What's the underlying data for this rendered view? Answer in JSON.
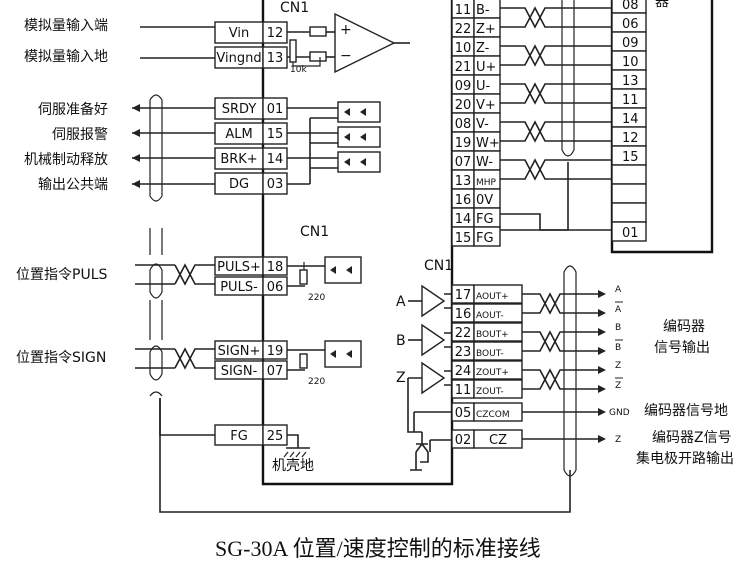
{
  "title": "SG-30A 位置/速度控制的标准接线",
  "connector_labels": {
    "cn1_top": "CN1",
    "cn1_mid": "CN1",
    "cn1_enc": "CN1"
  },
  "left_signals": [
    {
      "label": "模拟量输入端",
      "name": "Vin",
      "pin": "12"
    },
    {
      "label": "模拟量输入地",
      "name": "Vingnd",
      "pin": "13"
    },
    {
      "label": "伺服准备好",
      "name": "SRDY",
      "pin": "01"
    },
    {
      "label": "伺服报警",
      "name": "ALM",
      "pin": "15"
    },
    {
      "label": "机械制动释放",
      "name": "BRK+",
      "pin": "14"
    },
    {
      "label": "输出公共端",
      "name": "DG",
      "pin": "03"
    },
    {
      "label": "位置指令PULS",
      "name": "PULS+",
      "pin": "18"
    },
    {
      "label": "",
      "name": "PULS-",
      "pin": "06"
    },
    {
      "label": "位置指令SIGN",
      "name": "SIGN+",
      "pin": "19"
    },
    {
      "label": "",
      "name": "SIGN-",
      "pin": "07"
    },
    {
      "label": "",
      "name": "FG",
      "pin": "25"
    }
  ],
  "chassis_label": "机壳地",
  "resistor_10k": "10k",
  "resistor_220_a": "220",
  "resistor_220_b": "220",
  "motor_connector": [
    {
      "pin": "11",
      "name": "B-"
    },
    {
      "pin": "22",
      "name": "Z+"
    },
    {
      "pin": "10",
      "name": "Z-"
    },
    {
      "pin": "21",
      "name": "U+"
    },
    {
      "pin": "09",
      "name": "U-"
    },
    {
      "pin": "20",
      "name": "V+"
    },
    {
      "pin": "08",
      "name": "V-"
    },
    {
      "pin": "19",
      "name": "W+"
    },
    {
      "pin": "07",
      "name": "W-"
    },
    {
      "pin": "13",
      "name": "MHP"
    },
    {
      "pin": "16",
      "name": "0V"
    },
    {
      "pin": "14",
      "name": "FG"
    },
    {
      "pin": "15",
      "name": "FG"
    }
  ],
  "encoder_pins": [
    "08",
    "06",
    "09",
    "10",
    "13",
    "11",
    "14",
    "12",
    "15",
    "",
    "",
    "",
    "01"
  ],
  "encoder_partial_char": "器",
  "encoder_outputs": [
    {
      "pin": "17",
      "name": "AOUT+"
    },
    {
      "pin": "16",
      "name": "AOUT-"
    },
    {
      "pin": "22",
      "name": "BOUT+"
    },
    {
      "pin": "23",
      "name": "BOUT-"
    },
    {
      "pin": "24",
      "name": "ZOUT+"
    },
    {
      "pin": "11",
      "name": "ZOUT-"
    },
    {
      "pin": "05",
      "name": "CZCOM"
    },
    {
      "pin": "02",
      "name": "CZ"
    }
  ],
  "driver_inputs": {
    "a": "A",
    "b": "B",
    "z": "Z"
  },
  "output_letters": {
    "a": "A",
    "a_bar": "A",
    "b": "B",
    "b_bar": "B",
    "z": "Z",
    "z_bar": "Z",
    "gnd": "GND",
    "cz": "Z"
  },
  "right_labels": {
    "enc_signal_1": "编码器",
    "enc_signal_2": "信号输出",
    "enc_gnd": "编码器信号地",
    "enc_z_1": "编码器Z信号",
    "enc_z_2": "集电极开路输出"
  }
}
